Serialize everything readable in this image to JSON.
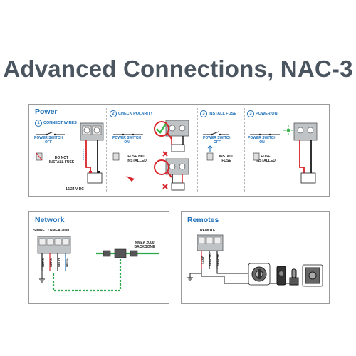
{
  "title": "Advanced Connections, NAC-3",
  "power": {
    "title": "Power",
    "steps": [
      {
        "num": "1",
        "label": "CONNECT WIRES"
      },
      {
        "num": "2",
        "label": "CHECK POLARITY"
      },
      {
        "num": "3",
        "label": "INSTALL FUSE"
      },
      {
        "num": "3",
        "label": "POWER ON"
      }
    ],
    "switch_off": "POWER SWITCH\nOFF",
    "switch_on_1": "POWER SWITCH\nON",
    "switch_off_2": "POWER SWITCH\nOFF",
    "switch_on_2": "POWER SWITCH\nON",
    "do_not_install": "DO NOT\nINSTALL FUSE",
    "fuse_not_installed": "FUSE NOT\nINSTALLED",
    "install_fuse": "INSTALL\nFUSE",
    "fuse_installed": "FUSE\nINSTALLED",
    "voltage": "12/24 V DC"
  },
  "network": {
    "title": "Network",
    "subtitle": "SIMNET / NMEA 2000",
    "backbone": "NMEA 2000\nBACKBONE",
    "pins": [
      "NET-S",
      "NET-C",
      "NET-H",
      "NET-L"
    ]
  },
  "remotes": {
    "title": "Remotes",
    "subtitle": "REMOTE",
    "pins": [
      "LAMP",
      "REMOTE+",
      "REMOTE-"
    ]
  },
  "colors": {
    "accent": "#1d6fb8",
    "title_gray": "#4a5560",
    "wire_red": "#d9232a",
    "wire_black": "#1a1a1a",
    "wire_green": "#2aa84a",
    "check_green": "#3cb44a",
    "cross_red": "#d9232a"
  }
}
